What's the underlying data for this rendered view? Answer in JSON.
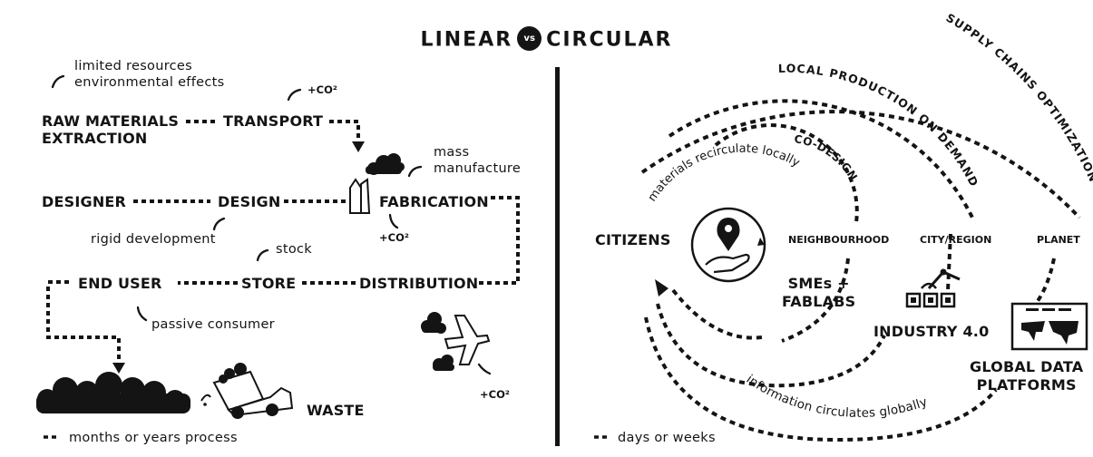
{
  "title": {
    "left": "LINEAR",
    "vs": "vs",
    "right": "CIRCULAR"
  },
  "linear": {
    "raw_materials_1": "RAW MATERIALS",
    "raw_materials_2": "EXTRACTION",
    "transport": "TRANSPORT",
    "designer": "DESIGNER",
    "design": "DESIGN",
    "fabrication": "FABRICATION",
    "end_user": "END USER",
    "store": "STORE",
    "distribution": "DISTRIBUTION",
    "waste": "WASTE",
    "co2": "+CO²",
    "note_resources_1": "limited resources",
    "note_resources_2": "environmental effects",
    "note_mass_1": "mass",
    "note_mass_2": "manufacture",
    "note_rigid": "rigid development",
    "note_stock": "stock",
    "note_passive": "passive consumer",
    "legend": "months or years process"
  },
  "circular": {
    "citizens": "CITIZENS",
    "neighbourhood": "NEIGHBOURHOOD",
    "city_region": "CITY/REGION",
    "planet": "PLANET",
    "smes_1": "SMEs +",
    "smes_2": "FABLABS",
    "industry": "INDUSTRY 4.0",
    "global_1": "GLOBAL DATA",
    "global_2": "PLATFORMS",
    "arc_codesign": "CO-DESIGN",
    "arc_local": "LOCAL PRODUCTION ON DEMAND",
    "arc_supply": "SUPPLY CHAINS OPTIMIZATION",
    "arc_materials": "materials recirculate locally",
    "arc_information": "information circulates globally",
    "legend": "days or weeks"
  }
}
